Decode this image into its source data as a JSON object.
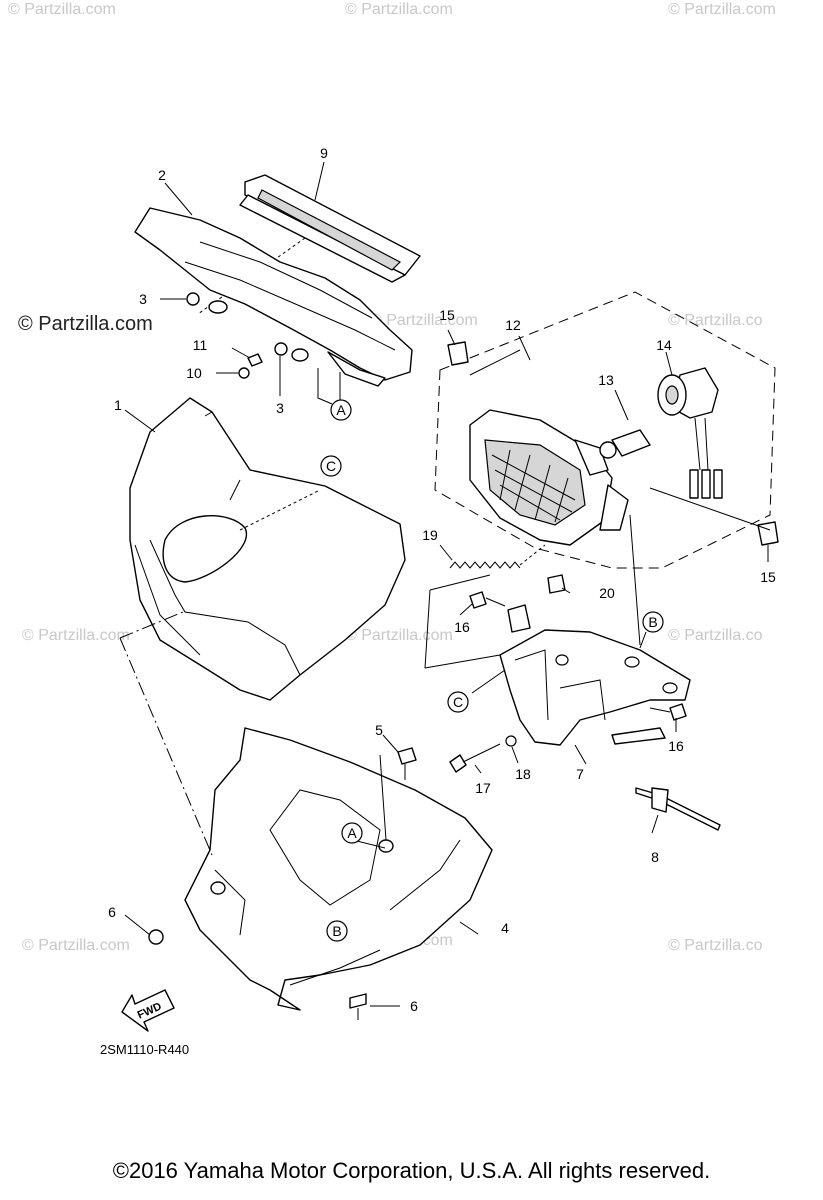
{
  "watermarks": {
    "top_left": "© Partzilla.com",
    "top_center": "© Partzilla.com",
    "top_right": "© Partzilla.com",
    "primary": "© Partzilla.com",
    "mid_1": "© Partzilla.com",
    "right_1": "© Partzilla.co",
    "left_2": "© Partzilla.com",
    "mid_2": "© Partzilla.com",
    "right_2": "© Partzilla.co",
    "left_3": "© Partzilla.com",
    "mid_3": "© Partzilla.com",
    "right_3": "© Partzilla.co"
  },
  "callouts": {
    "n1": "1",
    "n2": "2",
    "n3a": "3",
    "n3b": "3",
    "n4": "4",
    "n5": "5",
    "n6a": "6",
    "n6b": "6",
    "n7": "7",
    "n8": "8",
    "n9": "9",
    "n10": "10",
    "n11": "11",
    "n12": "12",
    "n13": "13",
    "n14": "14",
    "n15a": "15",
    "n15b": "15",
    "n16a": "16",
    "n16b": "16",
    "n17": "17",
    "n18": "18",
    "n19": "19",
    "n20": "20"
  },
  "reference_marks": {
    "a1": "A",
    "a2": "A",
    "b1": "B",
    "b2": "B",
    "c1": "C",
    "c2": "C"
  },
  "direction_arrow": "FWD",
  "figure_code": "2SM1110-R440",
  "copyright": "©2016 Yamaha Motor Corporation, U.S.A. All rights reserved."
}
